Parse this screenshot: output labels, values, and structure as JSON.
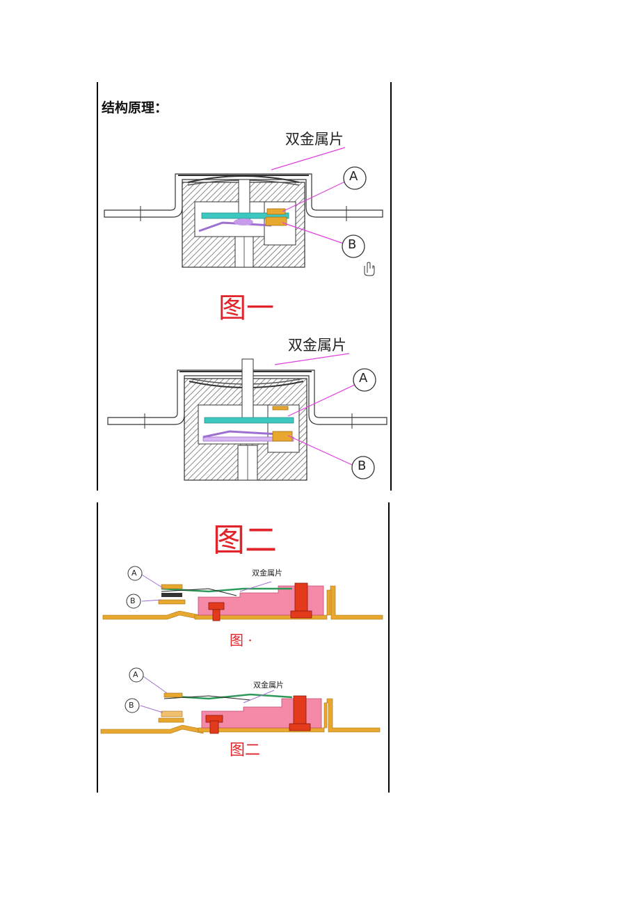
{
  "heading": "结构原理：",
  "diagram1": {
    "top_label": "双金属片",
    "callout_a": "A",
    "callout_b": "B",
    "caption": "图一"
  },
  "diagram2": {
    "top_label": "双金属片",
    "callout_a": "A",
    "callout_b": "B"
  },
  "section2_title": "图二",
  "diagram3": {
    "top_label": "双金属片",
    "callout_a": "A",
    "callout_b": "B",
    "caption": "图 ·"
  },
  "diagram4": {
    "top_label": "双金属片",
    "callout_a": "A",
    "callout_b": "B",
    "caption": "图二"
  },
  "colors": {
    "red_caption": "#e0242a",
    "magenta_leader": "#e040e0",
    "cyan_plate": "#3cc8c0",
    "gold_contact": "#e8a830",
    "pink_body": "#f48aa8",
    "red_rivet": "#e23a1a"
  }
}
